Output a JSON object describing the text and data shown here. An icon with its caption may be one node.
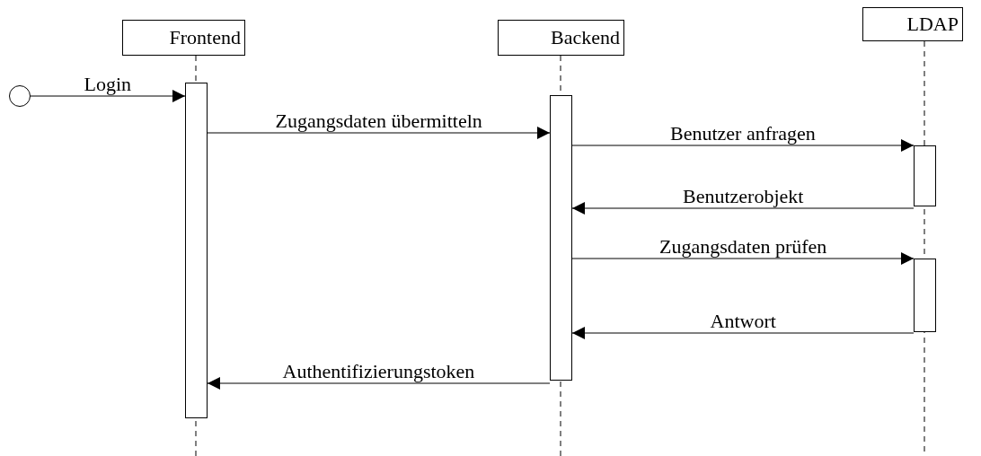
{
  "diagram": {
    "nodes": [
      {
        "text": [
          "Frontend"
        ]
      },
      {
        "text": [
          "Backend"
        ]
      },
      {
        "text": [
          "LDAP"
        ]
      },
      {
        "text": [],
        "shape": "circle"
      },
      {
        "text": [],
        "shape": "bar"
      },
      {
        "text": [],
        "shape": "bar"
      },
      {
        "text": [],
        "shape": "bar"
      },
      {
        "text": [],
        "shape": "bar"
      }
    ],
    "edges": [
      {
        "from": 3,
        "to": 4,
        "arrow": "to",
        "label": "Login"
      },
      {
        "from": 4,
        "to": 5,
        "arrow": "to",
        "label": "Zugangsdaten übermitteln"
      },
      {
        "from": 5,
        "to": 6,
        "arrow": "to",
        "label": "Benutzer anfragen"
      },
      {
        "from": 6,
        "to": 5,
        "arrow": "to",
        "label": "Benutzerobjekt"
      },
      {
        "from": 5,
        "to": 7,
        "arrow": "to",
        "label": "Zugangsdaten prüfen"
      },
      {
        "from": 7,
        "to": 5,
        "arrow": "to",
        "label": "Antwort"
      },
      {
        "from": 5,
        "to": 4,
        "arrow": "to",
        "label": "Authentifizierungstoken"
      }
    ]
  }
}
